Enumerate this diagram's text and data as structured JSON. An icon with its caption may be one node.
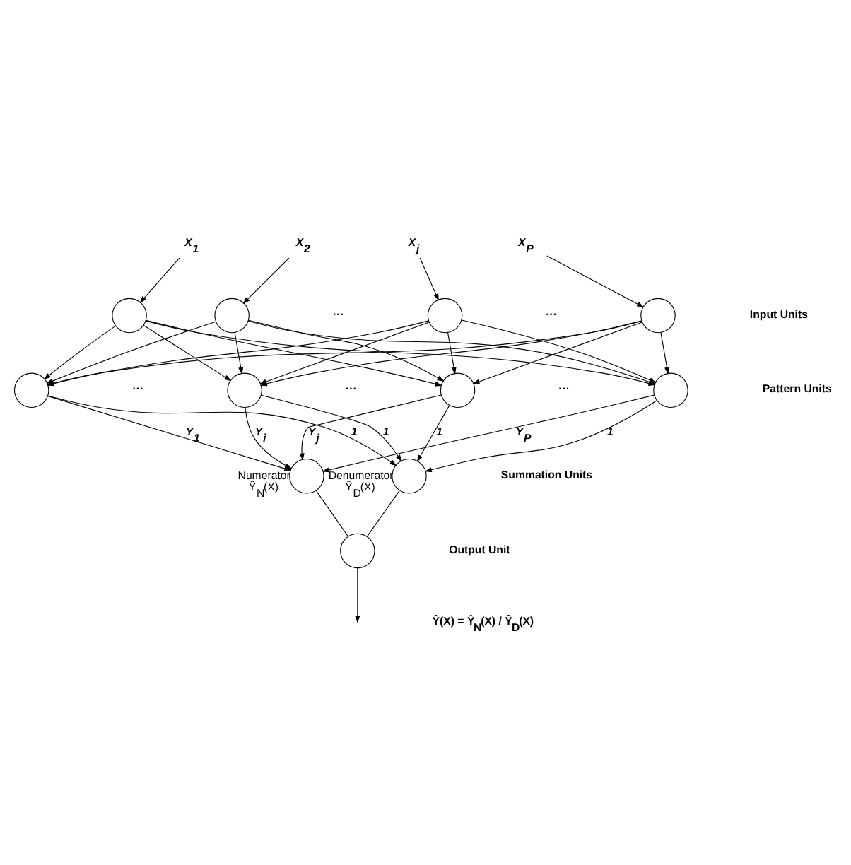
{
  "diagram": {
    "nodes": [
      {
        "text": [
          "X$_{1}$"
        ]
      },
      {
        "text": [
          "X$_{2}$"
        ]
      },
      {
        "text": [
          "X$_{j}$"
        ]
      },
      {
        "text": [
          "X$_{P}$"
        ]
      },
      {
        "text": [],
        "shape": "circle"
      },
      {
        "text": [],
        "shape": "circle"
      },
      {
        "text": [],
        "shape": "circle"
      },
      {
        "text": [],
        "shape": "circle"
      },
      {
        "text": [],
        "shape": "circle"
      },
      {
        "text": [],
        "shape": "circle"
      },
      {
        "text": [],
        "shape": "circle"
      },
      {
        "text": [],
        "shape": "circle"
      },
      {
        "text": [],
        "shape": "circle",
        "beside": [
          "Numerator",
          "Ŷ$_{N}$(X)"
        ]
      },
      {
        "text": [],
        "shape": "circle",
        "beside": [
          "Denumerator",
          "Ŷ$_{D}$(X)"
        ]
      },
      {
        "text": [],
        "shape": "circle"
      }
    ],
    "edges": [
      {
        "from": 0,
        "to": 4,
        "arrow": "to"
      },
      {
        "from": 1,
        "to": 5,
        "arrow": "to"
      },
      {
        "from": 2,
        "to": 6,
        "arrow": "to"
      },
      {
        "from": 3,
        "to": 7,
        "arrow": "to"
      },
      {
        "from": 4,
        "to": 8,
        "arrow": "to"
      },
      {
        "from": 4,
        "to": 9,
        "arrow": "to"
      },
      {
        "from": 4,
        "to": 10,
        "arrow": "to"
      },
      {
        "from": 4,
        "to": 11,
        "arrow": "to"
      },
      {
        "from": 5,
        "to": 8,
        "arrow": "to"
      },
      {
        "from": 5,
        "to": 9,
        "arrow": "to"
      },
      {
        "from": 5,
        "to": 10,
        "arrow": "to"
      },
      {
        "from": 5,
        "to": 11,
        "arrow": "to"
      },
      {
        "from": 6,
        "to": 8,
        "arrow": "to"
      },
      {
        "from": 6,
        "to": 9,
        "arrow": "to"
      },
      {
        "from": 6,
        "to": 10,
        "arrow": "to"
      },
      {
        "from": 6,
        "to": 11,
        "arrow": "to"
      },
      {
        "from": 7,
        "to": 8,
        "arrow": "to"
      },
      {
        "from": 7,
        "to": 9,
        "arrow": "to"
      },
      {
        "from": 7,
        "to": 10,
        "arrow": "to"
      },
      {
        "from": 7,
        "to": 11,
        "arrow": "to"
      },
      {
        "from": 8,
        "to": 12,
        "arrow": "to",
        "label": "Y$_{1}$"
      },
      {
        "from": 8,
        "to": 13,
        "arrow": "to",
        "label": "1"
      },
      {
        "from": 9,
        "to": 12,
        "arrow": "to",
        "label": "Y$_{i}$"
      },
      {
        "from": 9,
        "to": 13,
        "arrow": "to",
        "label": "1"
      },
      {
        "from": 10,
        "to": 12,
        "arrow": "to",
        "label": "Y$_{j}$"
      },
      {
        "from": 10,
        "to": 13,
        "arrow": "to",
        "label": "1"
      },
      {
        "from": 11,
        "to": 12,
        "arrow": "to",
        "label": "Y$_{P}$"
      },
      {
        "from": 11,
        "to": 13,
        "arrow": "to",
        "label": "1"
      },
      {
        "from": 12,
        "to": 14,
        "arrow": "none"
      },
      {
        "from": 13,
        "to": 14,
        "arrow": "none"
      },
      {
        "from": 14,
        "to": null,
        "arrow": "to"
      }
    ],
    "labels": [
      "···",
      "···",
      "Input Units",
      "···",
      "···",
      "···",
      "Pattern Units",
      "Summation Units",
      "Output Unit",
      "Ŷ(X) = Ŷ$_{N}$(X) / Ŷ$_{D}$(X)"
    ]
  }
}
